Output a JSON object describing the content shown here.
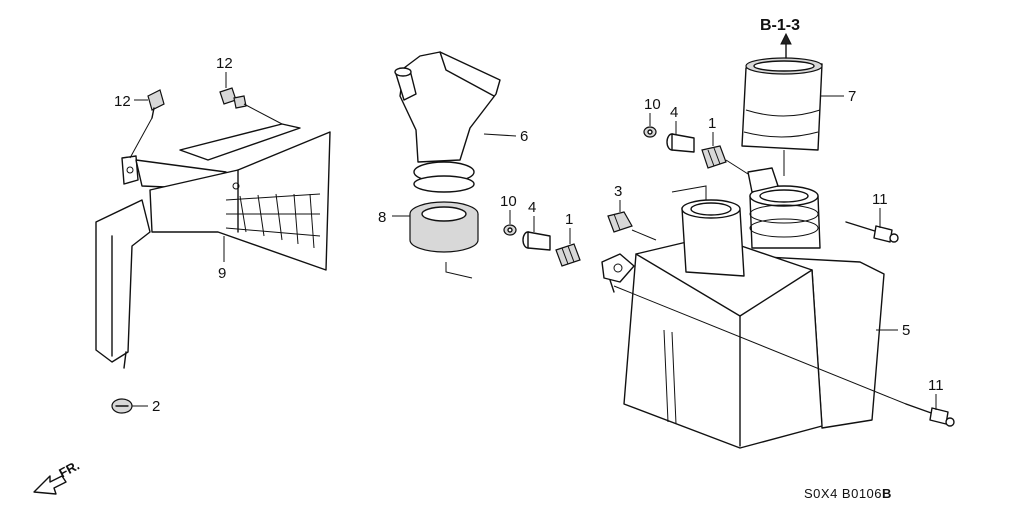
{
  "reference_label": "B-1-3",
  "diagram_code": "S0X4  B0106",
  "diagram_code_suffix": "B",
  "front_label": "FR.",
  "callouts": {
    "p1a": "1",
    "p1b": "1",
    "p2": "2",
    "p3": "3",
    "p4a": "4",
    "p4b": "4",
    "p5": "5",
    "p6": "6",
    "p7": "7",
    "p8": "8",
    "p9": "9",
    "p10a": "10",
    "p10b": "10",
    "p11a": "11",
    "p11b": "11",
    "p12a": "12",
    "p12b": "12"
  }
}
